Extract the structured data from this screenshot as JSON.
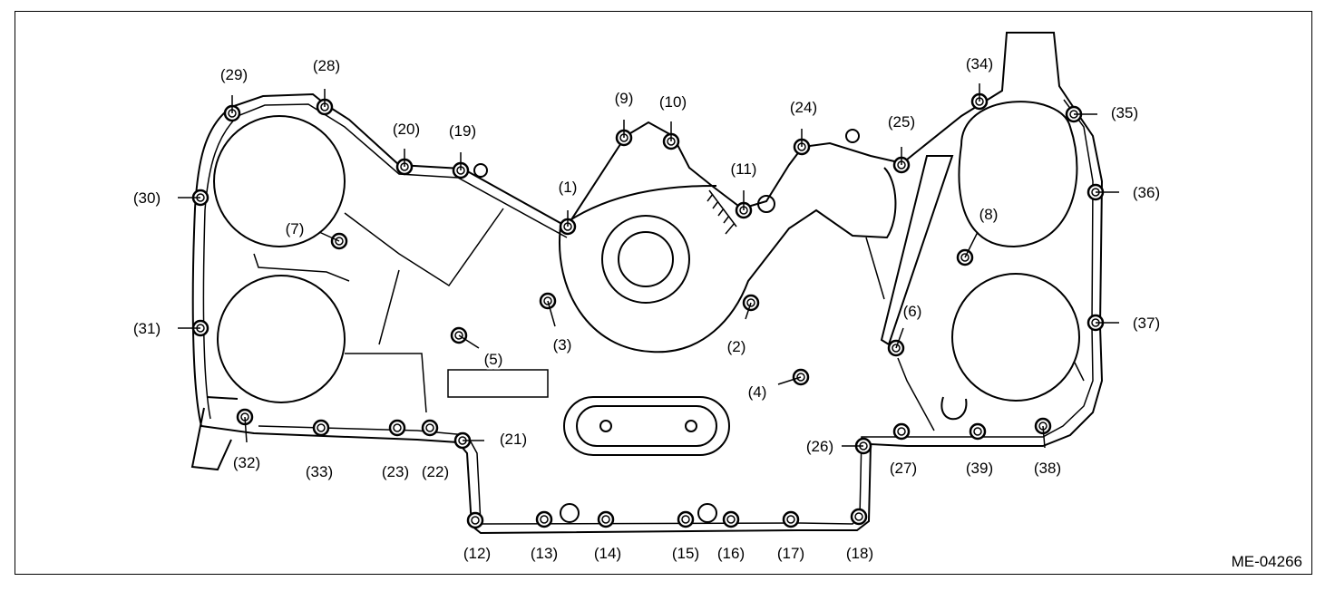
{
  "figure_code": "ME-04266",
  "bolt_labels": [
    "(1)",
    "(2)",
    "(3)",
    "(4)",
    "(5)",
    "(6)",
    "(7)",
    "(8)",
    "(9)",
    "(10)",
    "(11)",
    "(12)",
    "(13)",
    "(14)",
    "(15)",
    "(16)",
    "(17)",
    "(18)",
    "(19)",
    "(20)",
    "(21)",
    "(22)",
    "(23)",
    "(24)",
    "(25)",
    "(26)",
    "(27)",
    "(28)",
    "(29)",
    "(30)",
    "(31)",
    "(32)",
    "(33)",
    "(34)",
    "(35)",
    "(36)",
    "(37)",
    "(38)",
    "(39)"
  ],
  "colors": {
    "line": "#000000",
    "background": "#ffffff",
    "bolt_fill": "#ffffff"
  }
}
